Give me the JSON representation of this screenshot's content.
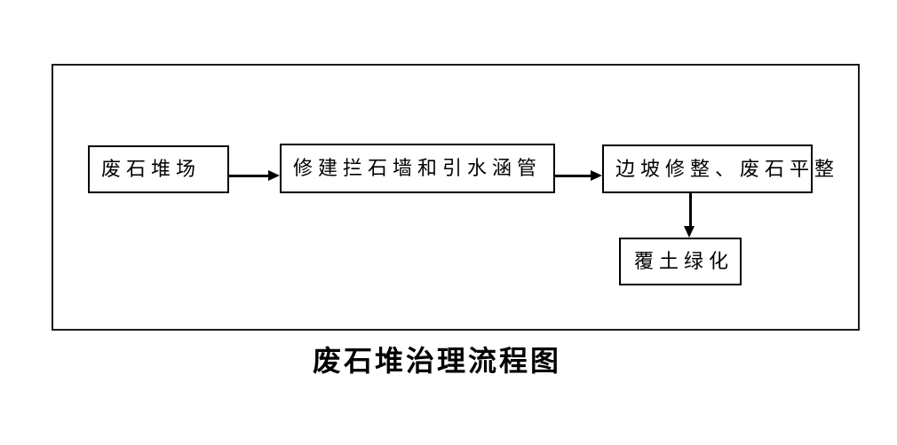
{
  "diagram": {
    "caption": "废石堆治理流程图",
    "nodes": [
      {
        "id": "waste-rock-yard",
        "label": "废石堆场"
      },
      {
        "id": "build-wall-and-culvert",
        "label": "修建拦石墙和引水涵管"
      },
      {
        "id": "slope-and-leveling",
        "label": "边坡修整、废石平整"
      },
      {
        "id": "soil-cover-greening",
        "label": "覆土绿化"
      }
    ],
    "edges": [
      {
        "from": "waste-rock-yard",
        "to": "build-wall-and-culvert",
        "direction": "right"
      },
      {
        "from": "build-wall-and-culvert",
        "to": "slope-and-leveling",
        "direction": "right"
      },
      {
        "from": "slope-and-leveling",
        "to": "soil-cover-greening",
        "direction": "down"
      }
    ],
    "colors": {
      "background": "#ffffff",
      "border": "#000000",
      "text": "#000000"
    }
  }
}
